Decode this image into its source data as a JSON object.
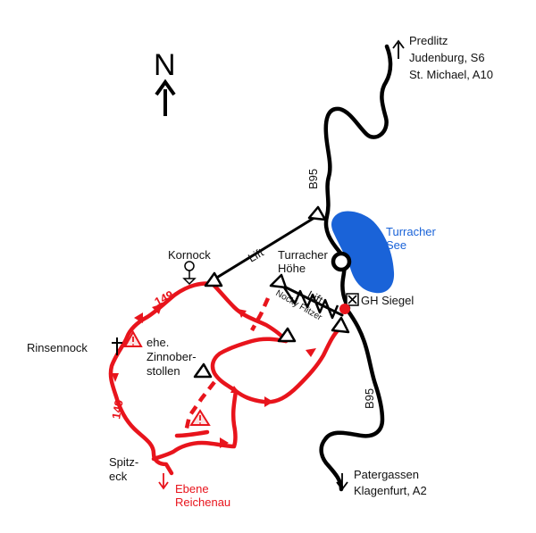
{
  "colors": {
    "road": "#000000",
    "trail": "#e8141c",
    "lake": "#1a63d8",
    "lake_label": "#1a63d8",
    "background": "#ffffff"
  },
  "compass": {
    "letter": "N",
    "icon": "north-arrow-icon"
  },
  "destinations": {
    "north": {
      "line1": "Predlitz",
      "line2": "Judenburg, S6",
      "line3": "St. Michael, A10",
      "icon": "arrow-up-icon"
    },
    "south": {
      "line1": "Patergassen",
      "line2": "Klagenfurt, A2",
      "icon": "arrow-down-icon"
    }
  },
  "roads": {
    "b95_north": "B95",
    "b95_south": "B95"
  },
  "lake": {
    "line1": "Turracher",
    "line2": "See"
  },
  "places": {
    "kornock": "Kornock",
    "turracher_hoehe_line1": "Turracher",
    "turracher_hoehe_line2": "Höhe",
    "gh_siegel": "GH Siegel",
    "rinsennock": "Rinsennock",
    "zinnober_line1": "ehe.",
    "zinnober_line2": "Zinnober-",
    "zinnober_line3": "stollen",
    "spitzeck_line1": "Spitz-",
    "spitzeck_line2": "eck"
  },
  "lifts": {
    "kornock_lift": "Lift",
    "nocky_lift": "Lift",
    "nocky_flitzer": "Nocky Flitzer"
  },
  "trail_numbers": {
    "upper": "149",
    "lower": "149"
  },
  "exit": {
    "line1": "Ebene",
    "line2": "Reichenau"
  },
  "icons": {
    "warning": "warning-triangle-icon",
    "summit_cross": "summit-cross-icon",
    "restaurant": "crossed-cutlery-icon",
    "peak": "peak-triangle-icon",
    "ring": "road-loop-icon",
    "parking": "red-point-icon"
  }
}
